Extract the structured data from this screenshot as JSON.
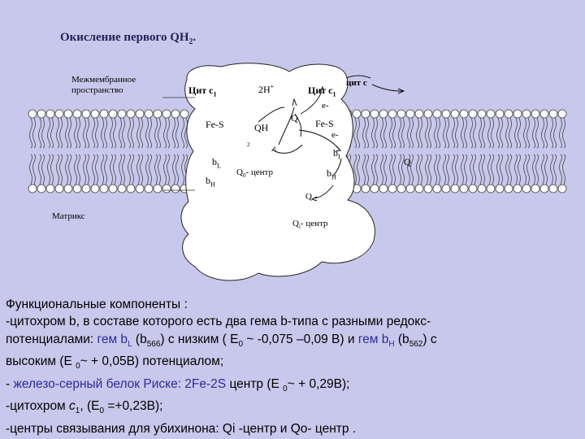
{
  "title": {
    "text": "Окисление первого QH",
    "sub": "2",
    "end": "."
  },
  "labels": {
    "intermembrane": "Межмембранное пространство",
    "matrix": "Матрикс",
    "cytc1_left": "Цит с",
    "cytc1_left_sub": "1",
    "two_h": "2Н",
    "two_h_sup": "+",
    "cytc1_right": "Цит с",
    "cytc1_right_sub": "1",
    "cytc": "цит с",
    "e1": "е-",
    "fes_left": "Fe-S",
    "qh": "QН",
    "q_top": "Q",
    "fes_right": "Fe-S",
    "e2": "е-",
    "bl_left": "b",
    "bl_left_sub": "L",
    "bl_right": "b",
    "bl_right_sub": "L",
    "q_right": "Q",
    "bh_left": "b",
    "bh_left_sub": "H",
    "qo_center": "Q",
    "qo_center_sub": "0",
    "qo_center_end": "- центр",
    "bh_right": "b",
    "bh_right_sub": "H",
    "q_bottom": "Q",
    "qi_center": "Q",
    "qi_center_sub": "i",
    "qi_center_end": "- центр",
    "small_dot": "2"
  },
  "description": {
    "l1": "Функциональные компоненты :",
    "l2": "-цитохром b, в составе которого есть два гема b-типа  с разными редокс-",
    "l3a": "потенциалами:  ",
    "l3b": " гем b",
    "l3c": "L",
    "l3d": "  (b",
    "l3e": "566",
    "l3f": ") с низким ( Е",
    "l3g": "0",
    "l3h": " ~ -0,075  –0,09 В) и ",
    "l3i": "гем b",
    "l3j": "H",
    "l3k": " (b",
    "l3l": "562",
    "l3m": ") с",
    "l4a": "высоким  (Е ",
    "l4b": "0",
    "l4c": "~ + 0,05В) потенциалом;",
    "l5a": "-  ",
    "l5b": "железо-серный белок Риске:  2Fe-2S",
    "l5c": " центр  (Е ",
    "l5d": "0",
    "l5e": "~ + 0,29В);",
    "l6a": "-цитохром ",
    "l6b": "с",
    "l6c": "1",
    "l6d": ",   (Е",
    "l6e": "0",
    "l6f": "  =+0,23В);",
    "l7": "-центры связывания для  убихинона:  Qi -центр  и Qo-  центр ."
  }
}
